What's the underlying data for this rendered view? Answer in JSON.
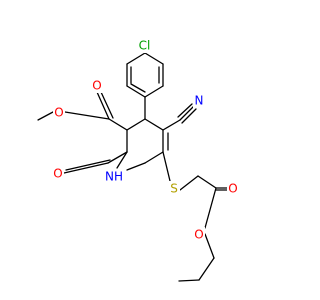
{
  "structure": {
    "colors": {
      "bond": "#000000",
      "carbon": "#000000",
      "oxygen": "#ff0000",
      "nitrogen": "#0000ff",
      "sulfur": "#b2a000",
      "chlorine": "#00a000"
    },
    "labels": {
      "cl": "Cl",
      "o_ester_carbonyl": "O",
      "o_ester_ether": "O",
      "o_lactam": "O",
      "nh": "NH",
      "n_nitrile": "N",
      "s": "S",
      "o_propyl_carbonyl": "O",
      "o_propyl_ether": "O"
    }
  }
}
